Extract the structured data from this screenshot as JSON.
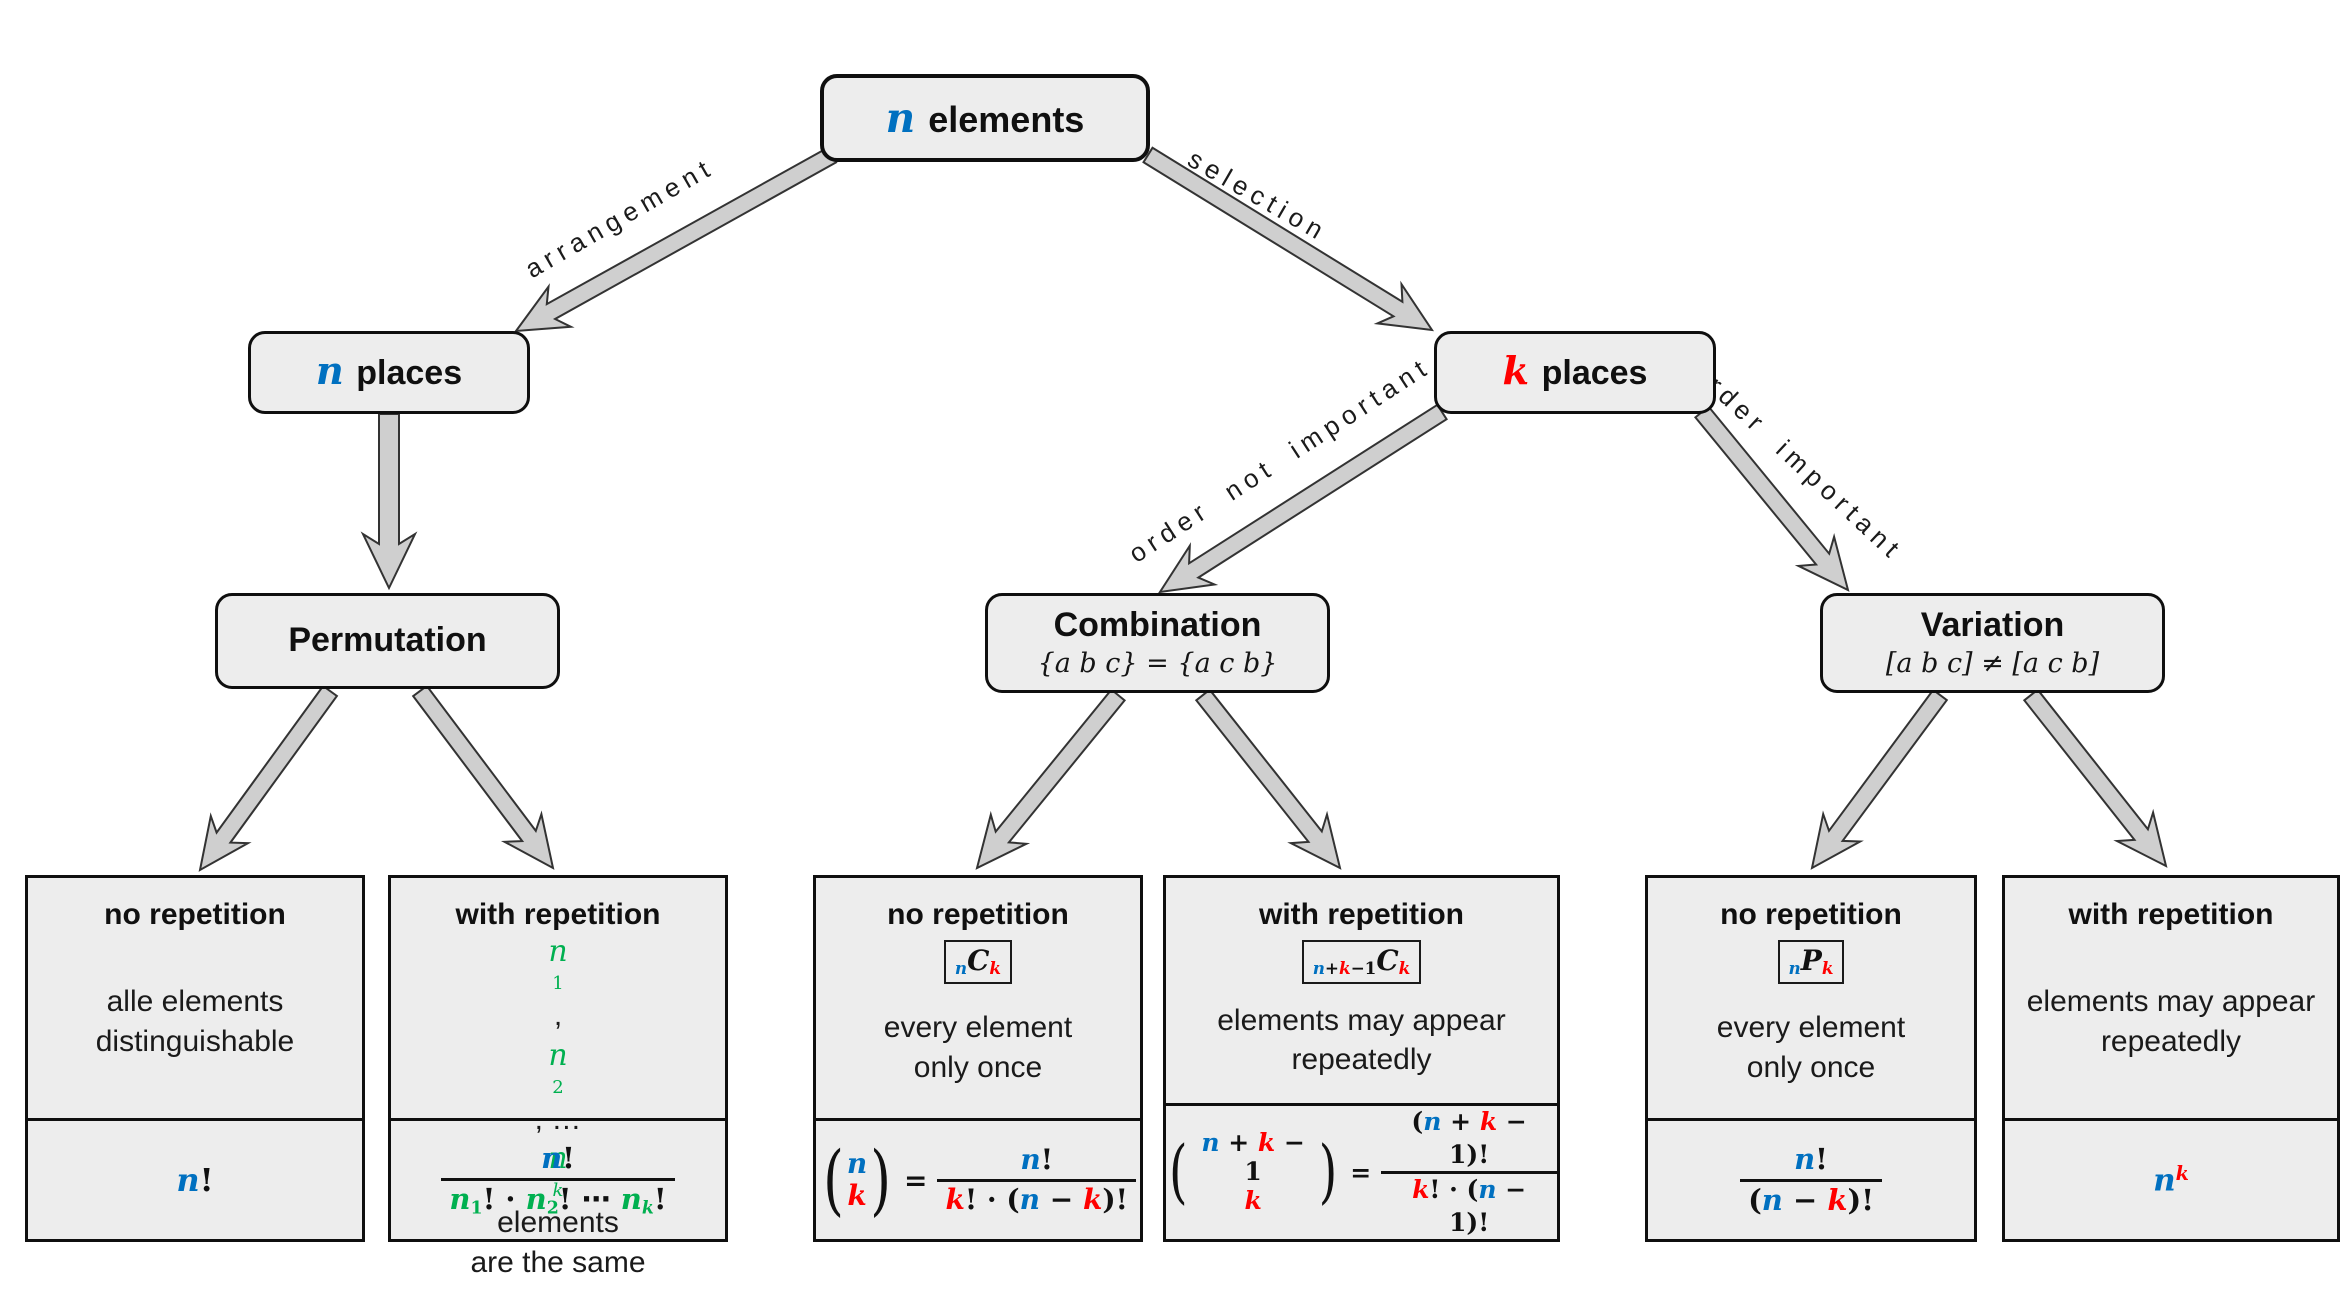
{
  "palette": {
    "blue": "#0070C0",
    "red": "#FF0000",
    "green": "#00B050",
    "box_fill": "#EDEDED",
    "box_border": "#0F0F0F",
    "arrow_fill": "#CFCFCF",
    "arrow_stroke": "#333333"
  },
  "nodes": {
    "root": [
      {
        "t": "n",
        "c": "blue",
        "i": 1
      },
      {
        "t": " elements"
      }
    ],
    "n_places": [
      {
        "t": "n",
        "c": "blue",
        "i": 1
      },
      {
        "t": " places"
      }
    ],
    "k_places": [
      {
        "t": "k",
        "c": "red",
        "i": 1
      },
      {
        "t": " places"
      }
    ],
    "permutation": {
      "title": "Permutation"
    },
    "combination": {
      "title": "Combination",
      "subtitle": "{a b c} = {a c b}"
    },
    "variation": {
      "title": "Variation",
      "subtitle": "[a b c] ≠ [a c b]"
    }
  },
  "edge_labels": {
    "arrangement": "arrangement",
    "selection": "selection",
    "order_not_important": "order not important",
    "order_important": "order important"
  },
  "boxes": [
    {
      "title": "no repetition",
      "body1": "alle elements",
      "body2": "distinguishable",
      "formula": [
        {
          "t": "n",
          "c": "blue",
          "i": 1
        },
        {
          "t": "!"
        }
      ]
    },
    {
      "title": "with repetition",
      "body1": [
        {
          "t": "n",
          "c": "green",
          "i": 1
        },
        {
          "t": "1",
          "c": "green",
          "s": "sub"
        },
        {
          "t": ", "
        },
        {
          "t": "n",
          "c": "green",
          "i": 1
        },
        {
          "t": "2",
          "c": "green",
          "s": "sub"
        },
        {
          "t": ", … "
        },
        {
          "t": "n",
          "c": "green",
          "i": 1
        },
        {
          "t": "k",
          "c": "green",
          "s": "sub",
          "i": 1
        },
        {
          "t": " elements"
        }
      ],
      "body2": "are the same",
      "formula": {
        "num": [
          {
            "t": "n",
            "c": "blue",
            "i": 1
          },
          {
            "t": "!"
          }
        ],
        "den": [
          {
            "t": "n",
            "c": "green",
            "i": 1
          },
          {
            "t": "1",
            "c": "green",
            "s": "sub"
          },
          {
            "t": "! · "
          },
          {
            "t": "n",
            "c": "green",
            "i": 1
          },
          {
            "t": "2",
            "c": "green",
            "s": "sub"
          },
          {
            "t": "! ⋯ "
          },
          {
            "t": "n",
            "c": "green",
            "i": 1
          },
          {
            "t": "k",
            "c": "green",
            "s": "sub",
            "i": 1
          },
          {
            "t": "!"
          }
        ]
      }
    },
    {
      "title": "no repetition",
      "badge": [
        {
          "t": "n",
          "c": "blue",
          "s": "sub",
          "i": 1
        },
        {
          "t": "C",
          "i": 1
        },
        {
          "t": "k",
          "c": "red",
          "s": "sub",
          "i": 1
        }
      ],
      "body1": "every element",
      "body2": "only once",
      "formula": {
        "lp": "(",
        "rp": ")",
        "eq": "=",
        "binom_top": [
          {
            "t": "n",
            "c": "blue",
            "i": 1
          }
        ],
        "binom_bot": [
          {
            "t": "k",
            "c": "red",
            "i": 1
          }
        ],
        "num": [
          {
            "t": "n",
            "c": "blue",
            "i": 1
          },
          {
            "t": "!"
          }
        ],
        "den": [
          {
            "t": "k",
            "c": "red",
            "i": 1
          },
          {
            "t": "! · ("
          },
          {
            "t": "n",
            "c": "blue",
            "i": 1
          },
          {
            "t": " − "
          },
          {
            "t": "k",
            "c": "red",
            "i": 1
          },
          {
            "t": ")!"
          }
        ]
      }
    },
    {
      "title": "with repetition",
      "badge": [
        {
          "t": "n",
          "c": "blue",
          "s": "sub",
          "i": 1
        },
        {
          "t": "+",
          "s": "sub"
        },
        {
          "t": "k",
          "c": "red",
          "s": "sub",
          "i": 1
        },
        {
          "t": "−1",
          "s": "sub"
        },
        {
          "t": "C",
          "i": 1
        },
        {
          "t": "k",
          "c": "red",
          "s": "sub",
          "i": 1
        }
      ],
      "body1": "elements may appear",
      "body2": "repeatedly",
      "formula": {
        "lp": "(",
        "rp": ")",
        "eq": "=",
        "binom_top": [
          {
            "t": "n",
            "c": "blue",
            "i": 1
          },
          {
            "t": " + "
          },
          {
            "t": "k",
            "c": "red",
            "i": 1
          },
          {
            "t": " − 1"
          }
        ],
        "binom_bot": [
          {
            "t": "k",
            "c": "red",
            "i": 1
          }
        ],
        "num": [
          {
            "t": "("
          },
          {
            "t": "n",
            "c": "blue",
            "i": 1
          },
          {
            "t": " + "
          },
          {
            "t": "k",
            "c": "red",
            "i": 1
          },
          {
            "t": " − 1"
          },
          {
            "t": ")!"
          }
        ],
        "den": [
          {
            "t": "k",
            "c": "red",
            "i": 1
          },
          {
            "t": "! · ("
          },
          {
            "t": "n",
            "c": "blue",
            "i": 1
          },
          {
            "t": " − 1"
          },
          {
            "t": ")!"
          }
        ]
      }
    },
    {
      "title": "no repetition",
      "badge": [
        {
          "t": "n",
          "c": "blue",
          "s": "sub",
          "i": 1
        },
        {
          "t": "P",
          "i": 1
        },
        {
          "t": "k",
          "c": "red",
          "s": "sub",
          "i": 1
        }
      ],
      "body1": "every element",
      "body2": "only once",
      "formula": {
        "num": [
          {
            "t": "n",
            "c": "blue",
            "i": 1
          },
          {
            "t": "!"
          }
        ],
        "den": [
          {
            "t": "("
          },
          {
            "t": "n",
            "c": "blue",
            "i": 1
          },
          {
            "t": " − "
          },
          {
            "t": "k",
            "c": "red",
            "i": 1
          },
          {
            "t": ")!"
          }
        ]
      }
    },
    {
      "title": "with repetition",
      "body1": "elements may appear",
      "body2": "repeatedly",
      "formula": [
        {
          "t": "n",
          "c": "blue",
          "i": 1
        },
        {
          "t": "k",
          "c": "red",
          "s": "sup",
          "i": 1
        }
      ]
    }
  ]
}
